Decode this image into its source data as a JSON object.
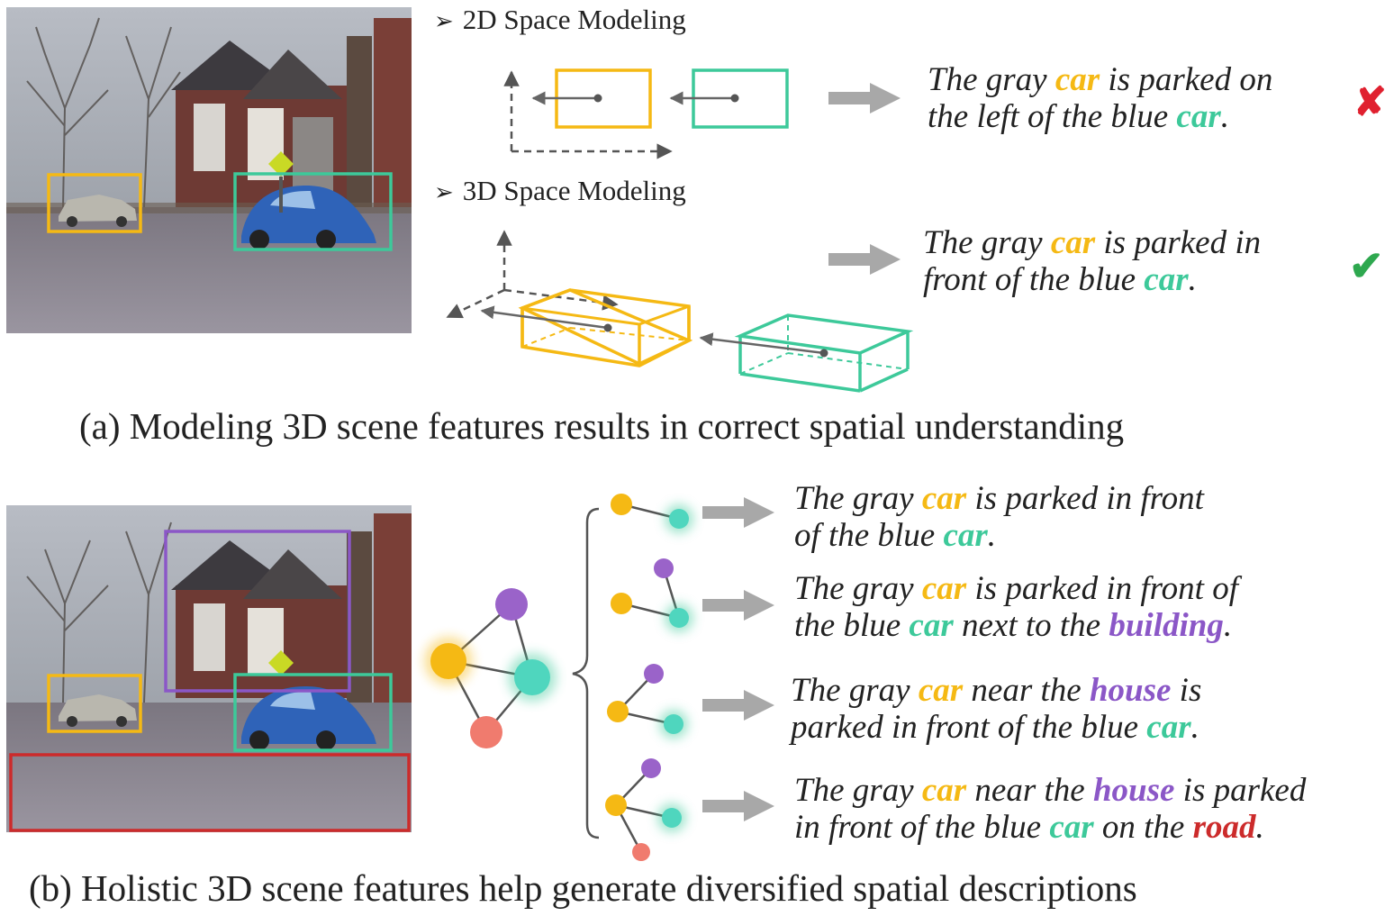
{
  "colors": {
    "yellow": "#F5B914",
    "green": "#3DC99A",
    "purple": "#8B57C7",
    "red": "#CC2B2B",
    "node_red": "#F07B6E",
    "gray_arrow": "#A8A8A8",
    "cross": "#E0202F",
    "check": "#2EA84F"
  },
  "panel_a": {
    "heading_2d": "2D Space Modeling",
    "heading_3d": "3D Space Modeling",
    "bullet_glyph": "➢",
    "sentence_2d": {
      "part1": "The gray ",
      "obj1": "car",
      "part2": " is parked on",
      "part3": "the left of the blue ",
      "obj2": "car",
      "part4": "."
    },
    "sentence_3d": {
      "part1": "The gray ",
      "obj1": "car",
      "part2": " is parked in",
      "part3": "front of the blue ",
      "obj2": "car",
      "part4": "."
    },
    "mark_2d": "✘",
    "mark_2d_icon": "cross-icon",
    "mark_3d": "✔",
    "mark_3d_icon": "check-icon",
    "caption": "(a) Modeling 3D scene features results in correct spatial understanding"
  },
  "panel_b": {
    "sentences": [
      {
        "l1a": "The gray ",
        "l1b": "car",
        "l1c": " is parked in front",
        "l2a": "of the blue ",
        "l2b": "car",
        "l2c": "."
      },
      {
        "l1a": "The gray ",
        "l1b": "car",
        "l1c": " is parked in front of",
        "l2a": "the blue ",
        "l2b": "car",
        "l2c": " next to the ",
        "l2d": "building",
        "l2e": "."
      },
      {
        "l1a": "The gray ",
        "l1b": "car",
        "l1c": " near the ",
        "l1d": "house",
        "l1e": " is",
        "l2a": "parked in front of the blue ",
        "l2b": "car",
        "l2c": "."
      },
      {
        "l1a": "The gray ",
        "l1b": "car",
        "l1c": " near the ",
        "l1d": "house",
        "l1e": " is parked",
        "l2a": "in front of the blue ",
        "l2b": "car",
        "l2c": " on the ",
        "l2d": "road",
        "l2e": "."
      }
    ],
    "caption": "(b) Holistic 3D scene features help generate diversified spatial descriptions"
  }
}
